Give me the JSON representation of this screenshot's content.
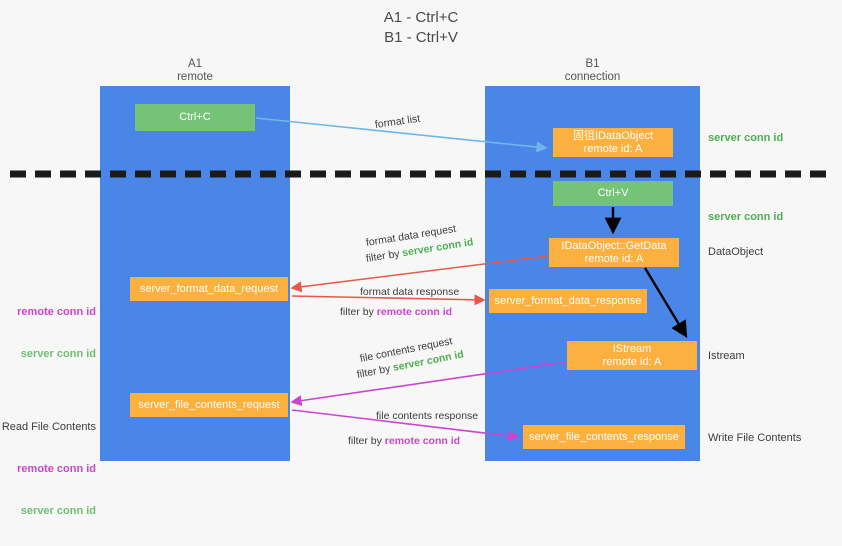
{
  "title": "A1 - Ctrl+C\nB1 - Ctrl+V",
  "lanes": [
    {
      "id": "A1",
      "name": "A1",
      "sub": "remote",
      "header": "A1\nremote"
    },
    {
      "id": "B1",
      "name": "B1",
      "sub": "connection",
      "header": "B1\nconnection"
    }
  ],
  "colors": {
    "lane": "#4a86e8",
    "green_node": "#74c376",
    "orange_node": "#fbb040",
    "server_conn_id": "#4caf50",
    "remote_conn_id": "#cc44cc",
    "format_arrow": "#e8584a",
    "file_arrow": "#cc44cc",
    "copy_arrow": "#6fb7e8",
    "black_arrow": "#000000",
    "background": "#f7f7f7"
  },
  "nodes": {
    "ctrl_c": {
      "label": "Ctrl+C",
      "kind": "green"
    },
    "ctrl_v": {
      "label": "Ctrl+V",
      "kind": "green"
    },
    "dataobject": {
      "line1": "固徂IDataObject",
      "line2": "remote id: A",
      "kind": "orange"
    },
    "getdata": {
      "line1": "IDataObject::GetData",
      "line2": "remote id: A",
      "kind": "orange"
    },
    "istream": {
      "line1": "IStream",
      "line2": "remote id: A",
      "kind": "orange"
    },
    "format_data_request": {
      "label": "server_format_data_request",
      "kind": "orange"
    },
    "format_data_response": {
      "label": "server_format_data_response",
      "kind": "orange"
    },
    "file_contents_request": {
      "label": "server_file_contents_request",
      "kind": "orange"
    },
    "file_contents_response": {
      "label": "server_file_contents_response",
      "kind": "orange"
    }
  },
  "edges": {
    "format_list": {
      "label": "format list"
    },
    "format_data_request": {
      "label": "format data request",
      "filter_prefix": "filter by ",
      "filter_target": "server conn id"
    },
    "format_data_response": {
      "label": "format data response",
      "filter_prefix": "filter by ",
      "filter_target": "remote conn id"
    },
    "file_contents_request": {
      "label": "file contents request",
      "filter_prefix": "filter by ",
      "filter_target": "server conn id"
    },
    "file_contents_response": {
      "label": "file contents response",
      "filter_prefix": "filter by ",
      "filter_target": "remote conn id"
    }
  },
  "side_labels": {
    "server_conn_id_top": "server conn id",
    "server_conn_id_second": "server conn id",
    "dataobject": "DataObject",
    "istream": "Istream",
    "write_file_contents": "Write File Contents"
  },
  "margin_notes": {
    "format": {
      "remote": "remote conn id",
      "server": "server conn id"
    },
    "file": {
      "heading": "Read File Contents",
      "remote": "remote conn id",
      "server": "server conn id"
    }
  }
}
